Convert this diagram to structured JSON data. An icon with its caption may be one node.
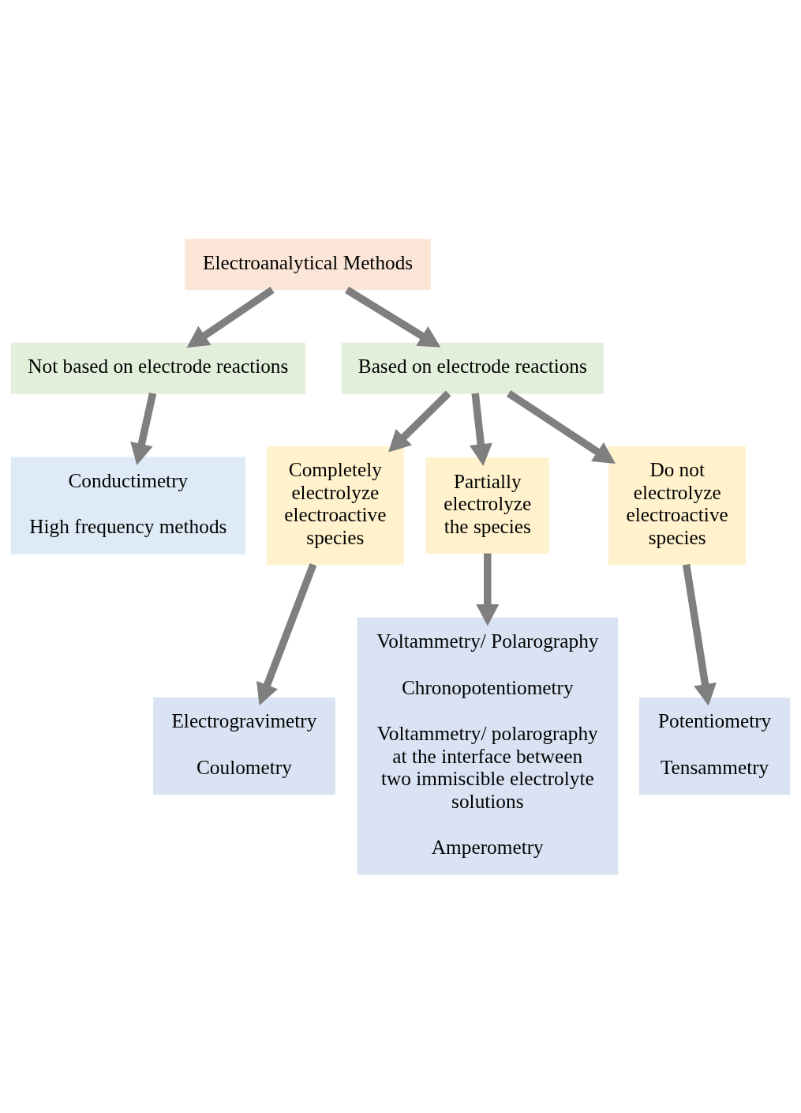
{
  "diagram": {
    "nodes": [
      {
        "text": [
          "Electroanalytical Methods"
        ]
      },
      {
        "text": [
          "Not based on electrode reactions"
        ]
      },
      {
        "text": [
          "Based on electrode reactions"
        ]
      },
      {
        "text": [
          "Conductimetry",
          "High frequency methods"
        ]
      },
      {
        "text": [
          "Completely electrolyze electroactive species"
        ]
      },
      {
        "text": [
          "Partially electrolyze the species"
        ]
      },
      {
        "text": [
          "Do not electrolyze electroactive species"
        ]
      },
      {
        "text": [
          "Electrogravimetry",
          "Coulometry"
        ]
      },
      {
        "text": [
          "Voltammetry/ Polarography",
          "Chronopotentiometry",
          "Voltammetry/ polarography at the interface between two immiscible electrolyte solutions",
          "Amperometry"
        ]
      },
      {
        "text": [
          "Potentiometry",
          "Tensammetry"
        ]
      }
    ],
    "edges": [
      {
        "from": 0,
        "to": 1,
        "arrow": "to"
      },
      {
        "from": 0,
        "to": 2,
        "arrow": "to"
      },
      {
        "from": 1,
        "to": 3,
        "arrow": "to"
      },
      {
        "from": 2,
        "to": 4,
        "arrow": "to"
      },
      {
        "from": 2,
        "to": 5,
        "arrow": "to"
      },
      {
        "from": 2,
        "to": 6,
        "arrow": "to"
      },
      {
        "from": 4,
        "to": 7,
        "arrow": "to"
      },
      {
        "from": 5,
        "to": 8,
        "arrow": "to"
      },
      {
        "from": 6,
        "to": 9,
        "arrow": "to"
      }
    ]
  }
}
